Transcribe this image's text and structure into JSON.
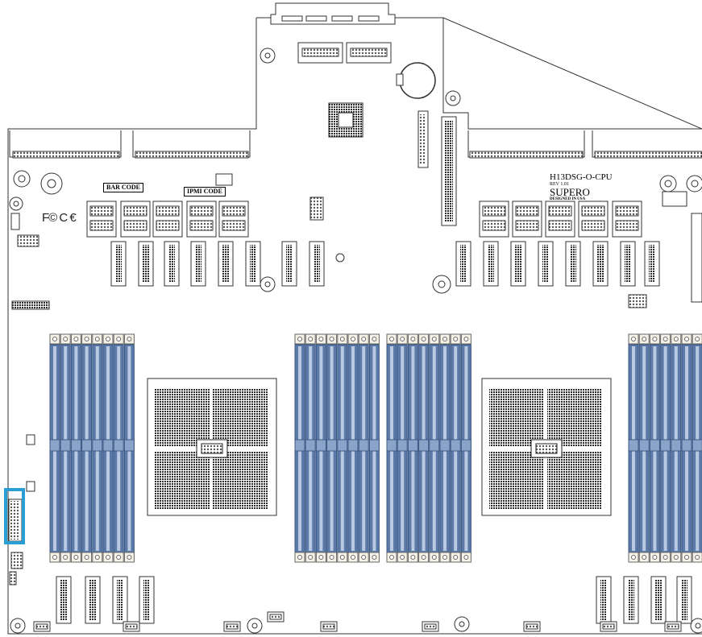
{
  "board": {
    "model": "H13DSG-O-CPU",
    "revision": "REV 1.01",
    "brand": "SUPERO",
    "designed": "DESIGNED IN USA",
    "bar_code_label": "BAR CODE",
    "ipmi_code_label": "IPMI CODE",
    "fcc_mark": "F© C €",
    "highlighted_component": "front-panel-header"
  },
  "colors": {
    "dimm_slot": "#5b7aa8",
    "highlight": "#2a9fd6"
  }
}
